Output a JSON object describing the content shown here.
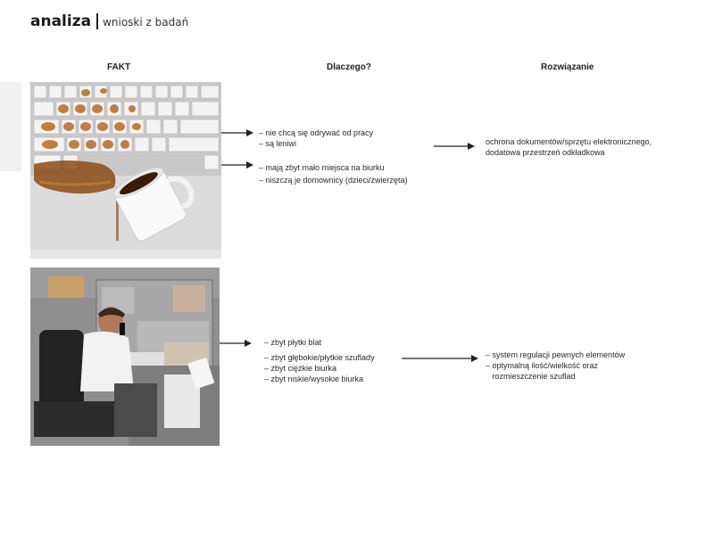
{
  "header": {
    "title": "analiza",
    "subtitle": "wnioski z badań"
  },
  "columns": {
    "fact": "FAKT",
    "why": "Dlaczego?",
    "solution": "Rozwiązanie"
  },
  "row1": {
    "why": [
      "– nie chcą się odrywać od pracy",
      "– są leniwi",
      "– mają zbyt mało miejsca na biurku",
      "– niszczą je domownicy (dzieci/zwierzęta)"
    ],
    "solution": [
      "ochrona dokumentów/sprzętu elektronicznego,",
      "dodatowa przestrzeń odkładkowa"
    ]
  },
  "row2": {
    "why": [
      "– zbyt płytki blat",
      "– zbyt głębokie/płytkie szuflady",
      "– zbyt ciężkie biurka",
      "– zbyt niskie/wysokie biurka"
    ],
    "solution": [
      "– system regulacji pewnych elementów",
      "– optymalną ilość/wielkość oraz",
      "   rozmieszczenie szuflad"
    ]
  }
}
